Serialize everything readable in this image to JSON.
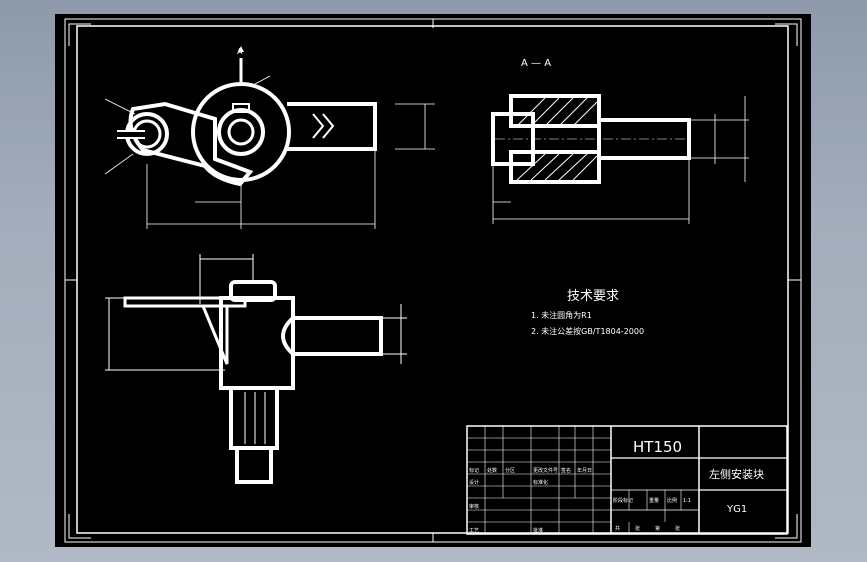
{
  "drawing": {
    "section_label": "A — A",
    "view_arrow_label": "A",
    "tech_title": "技术要求",
    "tech_items": [
      "1. 未注圆角为R1",
      "2. 未注公差按GB/T1804-2000"
    ]
  },
  "title_block": {
    "material": "HT150",
    "part_name": "左侧安装块",
    "drawing_no": "YG1",
    "row_labels": [
      "标记",
      "处数",
      "分区",
      "更改文件号",
      "签名",
      "年月日"
    ],
    "design_labels": [
      "设计",
      "标准化"
    ],
    "stage_labels": [
      "阶段标记",
      "重量",
      "比例"
    ],
    "audit_labels": [
      "审核",
      "工艺",
      "批准"
    ],
    "sheet_labels": [
      "共",
      "张",
      "第",
      "张"
    ],
    "scale": "1:1"
  },
  "colors": {
    "background": "#9aa5b4",
    "sheet": "#000000",
    "line": "#ffffff"
  }
}
